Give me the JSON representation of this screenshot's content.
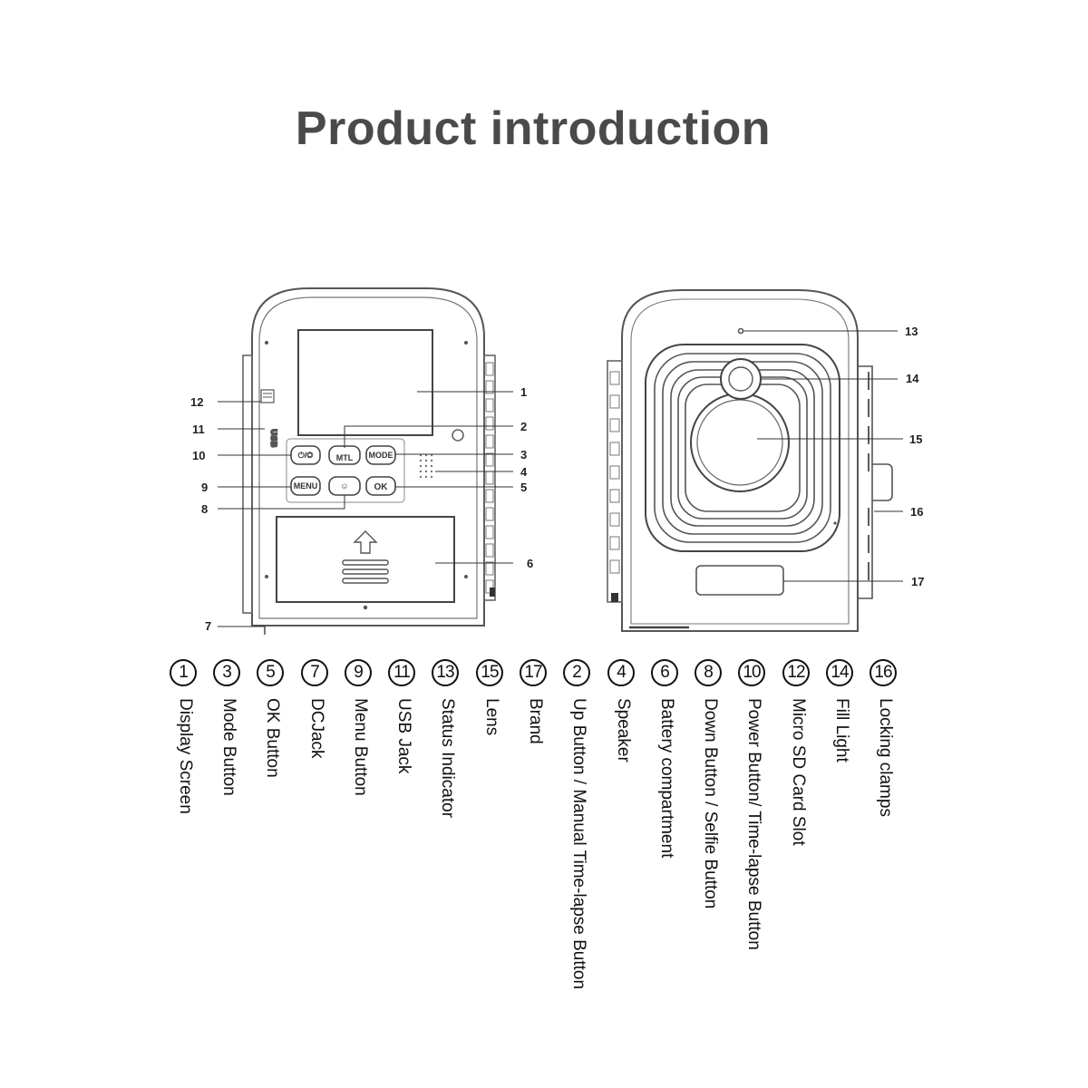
{
  "title": "Product introduction",
  "diagram": {
    "front_callouts": [
      "1",
      "2",
      "3",
      "4",
      "5",
      "6",
      "7",
      "8",
      "9",
      "10",
      "11",
      "12"
    ],
    "back_callouts": [
      "13",
      "14",
      "15",
      "16",
      "17"
    ],
    "buttons": {
      "power": "⏻/◎",
      "up": "MTL",
      "mode": "MODE",
      "menu": "MENU",
      "down": "☺",
      "ok": "OK"
    },
    "usb_label": "USB"
  },
  "legend": [
    {
      "num": "1",
      "text": "Display Screen"
    },
    {
      "num": "3",
      "text": "Mode Button"
    },
    {
      "num": "5",
      "text": "OK Button"
    },
    {
      "num": "7",
      "text": "DCJack"
    },
    {
      "num": "9",
      "text": "Menu Button"
    },
    {
      "num": "11",
      "text": "USB Jack"
    },
    {
      "num": "13",
      "text": "Status Indicator"
    },
    {
      "num": "15",
      "text": "Lens"
    },
    {
      "num": "17",
      "text": "Brand"
    },
    {
      "num": "2",
      "text": "Up Button / Manual Time-lapse Button"
    },
    {
      "num": "4",
      "text": "Speaker"
    },
    {
      "num": "6",
      "text": "Battery compartment"
    },
    {
      "num": "8",
      "text": "Down Button / Selfie Button"
    },
    {
      "num": "10",
      "text": "Power Button/ Time-lapse Button"
    },
    {
      "num": "12",
      "text": "Micro SD Card Slot"
    },
    {
      "num": "14",
      "text": "Fill Light"
    },
    {
      "num": "16",
      "text": "Locking clamps"
    }
  ]
}
